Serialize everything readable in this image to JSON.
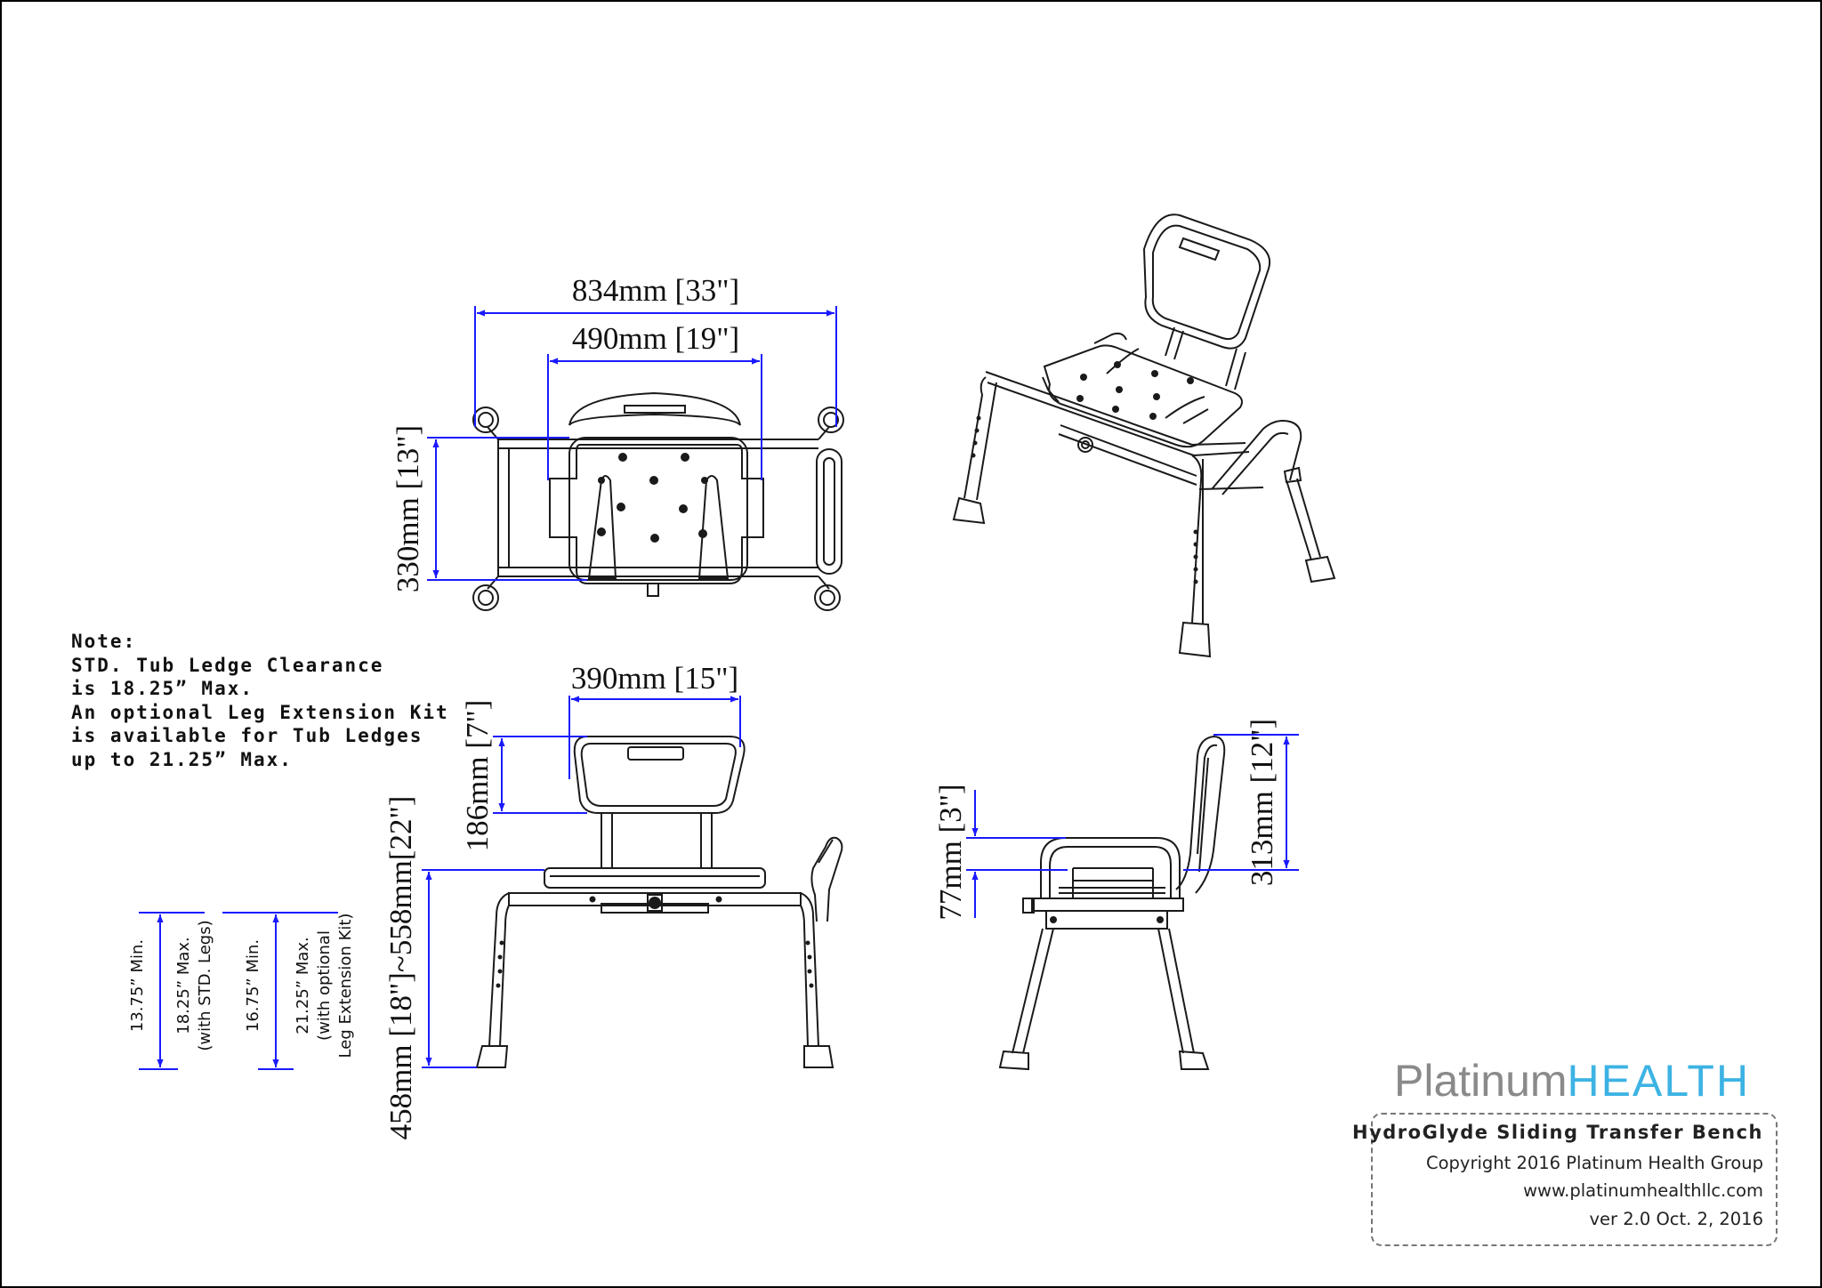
{
  "document": {
    "product_name": "HydroGlyde Sliding Transfer Bench",
    "copyright": "Copyright 2016 Platinum Health Group",
    "website": "www.platinumhealthllc.com",
    "version": "ver 2.0  Oct. 2, 2016"
  },
  "logo": {
    "part1": "Platinum",
    "part2": "HEALTH"
  },
  "note": {
    "lines": [
      "Note:",
      "STD. Tub Ledge Clearance",
      "is 18.25” Max.",
      "An optional Leg Extension Kit",
      "is available for Tub Ledges",
      "up to 21.25” Max."
    ]
  },
  "dimensions": {
    "overall_width": "834mm [33\"]",
    "seat_width_top": "490mm [19\"]",
    "seat_depth": "330mm [13\"]",
    "backrest_width": "390mm [15\"]",
    "backrest_height": "186mm [7\"]",
    "seat_height_range": "458mm [18\"]~558mm[22\"]",
    "seat_thickness": "77mm [3\"]",
    "back_height_side": "313mm [12\"]"
  },
  "height_labels": {
    "std_min": "13.75” Min.",
    "std_max": "18.25” Max.",
    "std_max_sub": "(with STD. Legs)",
    "ext_min": "16.75” Min.",
    "ext_max": "21.25” Max.",
    "ext_max_sub1": "(with optional",
    "ext_max_sub2": "Leg Extension Kit)"
  },
  "colors": {
    "dimension": "#1a1aff",
    "drawing": "#1a1a1a",
    "logo_gray": "#8a8a8a",
    "logo_blue": "#3db3e3"
  }
}
